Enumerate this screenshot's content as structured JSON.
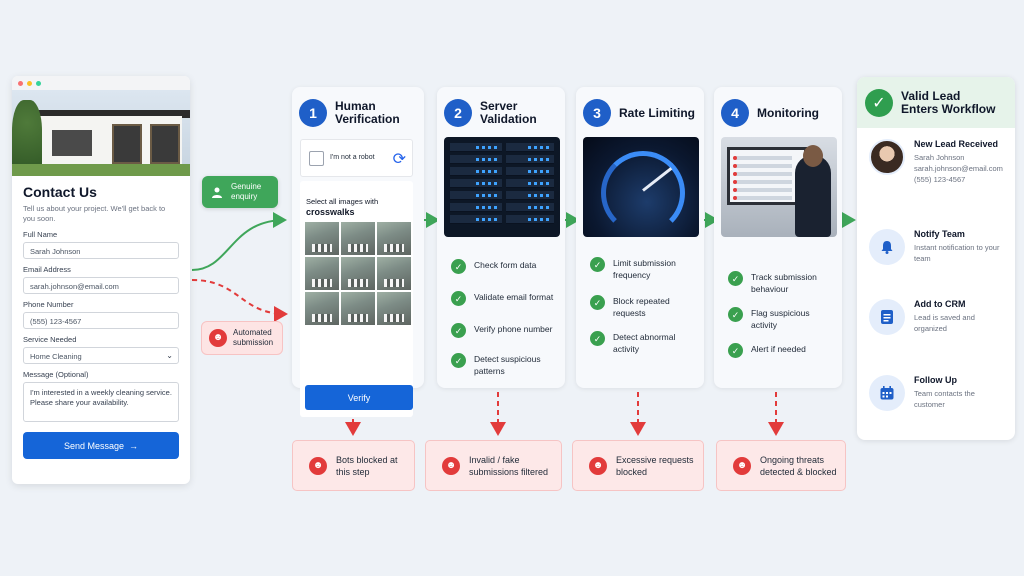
{
  "form": {
    "title": "Contact Us",
    "subtitle": "Tell us about your project. We'll get back to you soon.",
    "fields": [
      {
        "label": "Full Name",
        "value": "Sarah Johnson"
      },
      {
        "label": "Email Address",
        "value": "sarah.johnson@email.com"
      },
      {
        "label": "Phone Number",
        "value": "(555) 123-4567"
      },
      {
        "label": "Service Needed",
        "value": "Home Cleaning"
      },
      {
        "label": "Message (Optional)",
        "value": "I'm interested in a weekly cleaning service. Please share your availability."
      }
    ],
    "send_label": "Send Message",
    "send_arrow": "→"
  },
  "badges": {
    "genuine": "Genuine enquiry",
    "automated": "Automated submission"
  },
  "steps": [
    {
      "num": "1",
      "title": "Human Verification"
    },
    {
      "num": "2",
      "title": "Server Validation",
      "checks": [
        "Check form data",
        "Validate email format",
        "Verify phone number",
        "Detect suspicious patterns"
      ]
    },
    {
      "num": "3",
      "title": "Rate Limiting",
      "checks": [
        "Limit submission frequency",
        "Block repeated requests",
        "Detect abnormal activity"
      ]
    },
    {
      "num": "4",
      "title": "Monitoring",
      "checks": [
        "Track submission behaviour",
        "Flag suspicious activity",
        "Alert if needed"
      ]
    }
  ],
  "captcha": {
    "not_robot": "I'm not a robot",
    "select_line1": "Select all images with",
    "select_line2": "crosswalks",
    "verify_label": "Verify"
  },
  "outcomes": [
    "Bots blocked at this step",
    "Invalid / fake submissions filtered",
    "Excessive requests blocked",
    "Ongoing threats detected & blocked"
  ],
  "workflow": {
    "title": "Valid Lead Enters Workflow",
    "items": [
      {
        "title": "New Lead Received",
        "lines": [
          "Sarah Johnson",
          "sarah.johnson@email.com",
          "(555) 123-4567"
        ]
      },
      {
        "title": "Notify Team",
        "lines": [
          "Instant notification to your team"
        ]
      },
      {
        "title": "Add to CRM",
        "lines": [
          "Lead is saved and organized"
        ]
      },
      {
        "title": "Follow Up",
        "lines": [
          "Team contacts the customer"
        ]
      }
    ]
  },
  "icons": {
    "check": "✓",
    "robot": "☻",
    "person": "👤",
    "bell": "🔔",
    "doc": "▤",
    "calendar": "▦",
    "refresh": "⟳",
    "chevron": "⌄"
  },
  "colors": {
    "primary": "#1f5fc8",
    "success": "#3aa04f",
    "danger": "#e23b3b"
  }
}
